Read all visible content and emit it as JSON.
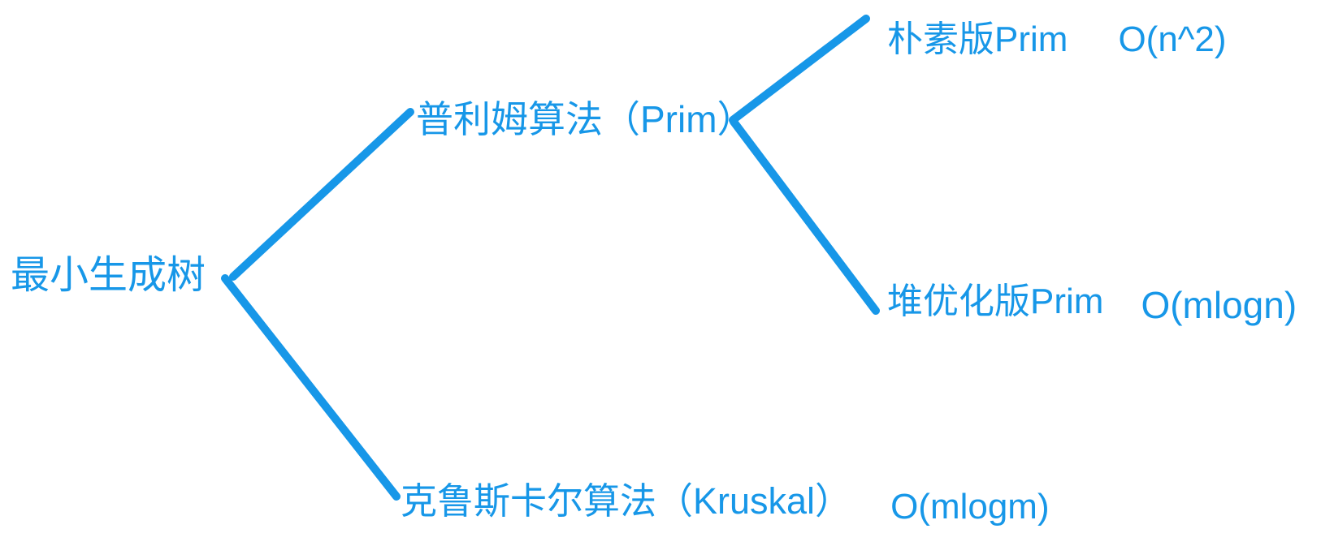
{
  "colors": {
    "accent": "#1797e8",
    "background": "#ffffff"
  },
  "diagram": {
    "type": "mind-map-tree",
    "nodes": {
      "root": {
        "label": "最小生成树"
      },
      "prim": {
        "label": "普利姆算法（Prim）"
      },
      "prim_naive": {
        "label": "朴素版Prim",
        "complexity": "O(n^2)"
      },
      "prim_heap": {
        "label": "堆优化版Prim",
        "complexity": "O(mlogn)"
      },
      "kruskal": {
        "label": "克鲁斯卡尔算法（Kruskal）",
        "complexity": "O(mlogm)"
      }
    },
    "edges": [
      {
        "from": "root",
        "to": "prim"
      },
      {
        "from": "root",
        "to": "kruskal"
      },
      {
        "from": "prim",
        "to": "prim_naive"
      },
      {
        "from": "prim",
        "to": "prim_heap"
      }
    ]
  }
}
